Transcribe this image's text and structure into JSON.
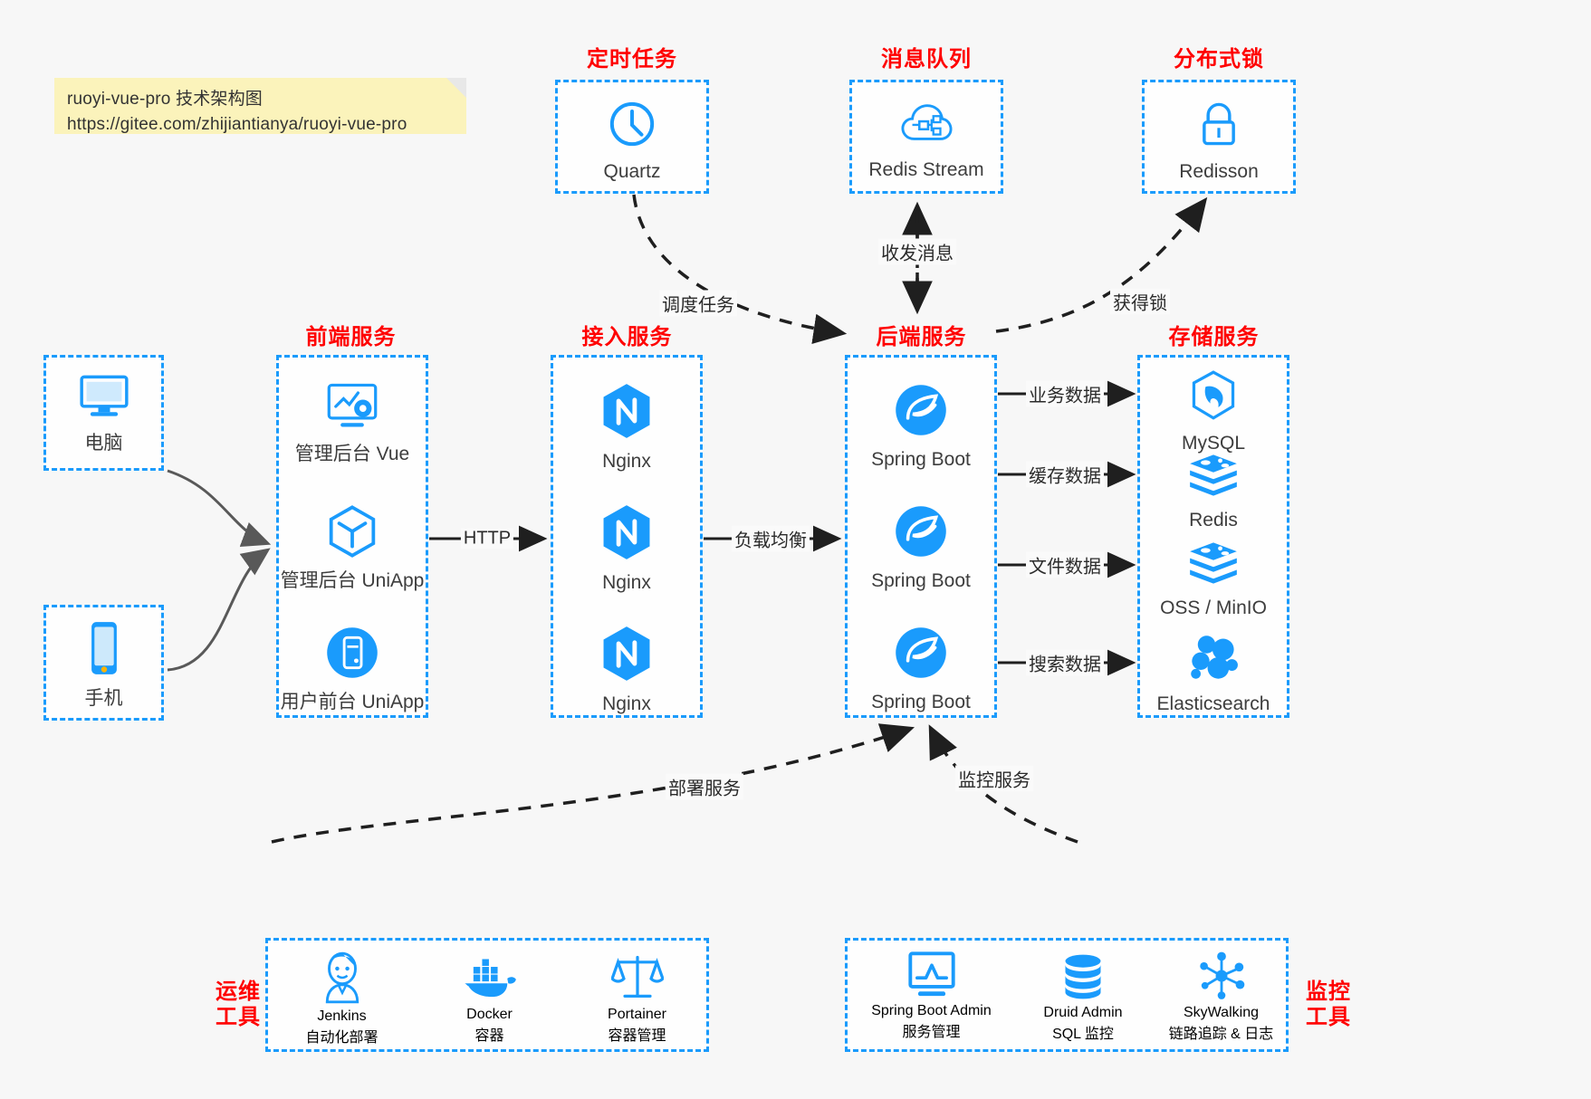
{
  "note": {
    "line1": "ruoyi-vue-pro 技术架构图",
    "line2": "https://gitee.com/zhijiantianya/ruoyi-vue-pro"
  },
  "colors": {
    "box_border": "#1a9bfc",
    "group_title": "#ff0000",
    "icon_blue": "#1a9bfc",
    "edge_solid": "#1f1f1f",
    "edge_client": "#595959",
    "background": "#f7f7f7",
    "note_bg": "#fbf3bb"
  },
  "groups": {
    "scheduler": {
      "title": "定时任务",
      "items": [
        {
          "icon": "clock-icon",
          "label": "Quartz"
        }
      ]
    },
    "mq": {
      "title": "消息队列",
      "items": [
        {
          "icon": "cloud-node-icon",
          "label": "Redis Stream"
        }
      ]
    },
    "lock": {
      "title": "分布式锁",
      "items": [
        {
          "icon": "lock-icon",
          "label": "Redisson"
        }
      ]
    },
    "client_pc": {
      "title": "",
      "items": [
        {
          "icon": "monitor-icon",
          "label": "电脑"
        }
      ]
    },
    "client_phone": {
      "title": "",
      "items": [
        {
          "icon": "phone-icon",
          "label": "手机"
        }
      ]
    },
    "frontend": {
      "title": "前端服务",
      "items": [
        {
          "icon": "dashboard-gear-icon",
          "label": "管理后台 Vue"
        },
        {
          "icon": "cube-icon",
          "label": "管理后台 UniApp"
        },
        {
          "icon": "mobile-circle-icon",
          "label": "用户前台 UniApp"
        }
      ]
    },
    "gateway": {
      "title": "接入服务",
      "items": [
        {
          "icon": "nginx-icon",
          "label": "Nginx"
        },
        {
          "icon": "nginx-icon",
          "label": "Nginx"
        },
        {
          "icon": "nginx-icon",
          "label": "Nginx"
        }
      ]
    },
    "backend": {
      "title": "后端服务",
      "items": [
        {
          "icon": "spring-icon",
          "label": "Spring Boot"
        },
        {
          "icon": "spring-icon",
          "label": "Spring Boot"
        },
        {
          "icon": "spring-icon",
          "label": "Spring Boot"
        }
      ]
    },
    "storage": {
      "title": "存储服务",
      "items": [
        {
          "icon": "mysql-icon",
          "label": "MySQL"
        },
        {
          "icon": "redis-icon",
          "label": "Redis"
        },
        {
          "icon": "minio-icon",
          "label": "OSS / MinIO"
        },
        {
          "icon": "elasticsearch-icon",
          "label": "Elasticsearch"
        }
      ]
    },
    "devops": {
      "title": "运维\n工具",
      "title_line1": "运维",
      "title_line2": "工具",
      "items": [
        {
          "icon": "jenkins-icon",
          "label": "Jenkins",
          "sub": "自动化部署"
        },
        {
          "icon": "docker-icon",
          "label": "Docker",
          "sub": "容器"
        },
        {
          "icon": "portainer-icon",
          "label": "Portainer",
          "sub": "容器管理"
        }
      ]
    },
    "monitor": {
      "title": "监控\n工具",
      "title_line1": "监控",
      "title_line2": "工具",
      "items": [
        {
          "icon": "chart-monitor-icon",
          "label": "Spring Boot Admin",
          "sub": "服务管理"
        },
        {
          "icon": "database-icon",
          "label": "Druid Admin",
          "sub": "SQL 监控"
        },
        {
          "icon": "skywalking-icon",
          "label": "SkyWalking",
          "sub": "链路追踪 & 日志"
        }
      ]
    }
  },
  "edges": [
    {
      "name": "edge-frontend-gateway",
      "label": "HTTP",
      "style": "solid",
      "from": "frontend",
      "to": "gateway"
    },
    {
      "name": "edge-gateway-backend",
      "label": "负载均衡",
      "style": "solid",
      "from": "gateway",
      "to": "backend"
    },
    {
      "name": "edge-backend-mysql",
      "label": "业务数据",
      "style": "solid",
      "from": "backend",
      "to": "storage"
    },
    {
      "name": "edge-backend-redis",
      "label": "缓存数据",
      "style": "solid",
      "from": "backend",
      "to": "storage"
    },
    {
      "name": "edge-backend-minio",
      "label": "文件数据",
      "style": "solid",
      "from": "backend",
      "to": "storage"
    },
    {
      "name": "edge-backend-es",
      "label": "搜索数据",
      "style": "solid",
      "from": "backend",
      "to": "storage"
    },
    {
      "name": "edge-quartz-backend",
      "label": "调度任务",
      "style": "dashed",
      "from": "scheduler",
      "to": "backend"
    },
    {
      "name": "edge-backend-mq",
      "label": "收发消息",
      "style": "dashed",
      "from": "backend",
      "to": "mq"
    },
    {
      "name": "edge-backend-lock",
      "label": "获得锁",
      "style": "dashed",
      "from": "backend",
      "to": "lock"
    },
    {
      "name": "edge-devops-backend",
      "label": "部署服务",
      "style": "dashed",
      "from": "devops",
      "to": "backend"
    },
    {
      "name": "edge-monitor-backend",
      "label": "监控服务",
      "style": "dashed",
      "from": "monitor",
      "to": "backend"
    }
  ]
}
